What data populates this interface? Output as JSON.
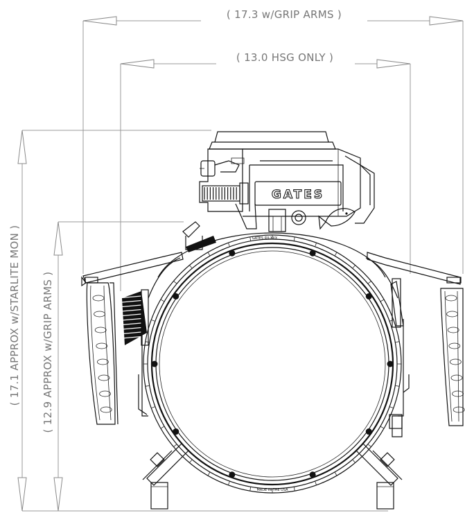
{
  "dimensions": {
    "width_grip_arms": "( 17.3 w/GRIP ARMS )",
    "width_housing_only": "( 13.0 HSG ONLY )",
    "height_starlite_mon": "( 17.1 APPROX w/STARLITE MON )",
    "height_grip_arms": "( 12.9 APPROX w/GRIP ARMS )"
  },
  "housing": {
    "brand": "GATES",
    "top_ring_marking": "GATES RX-XXX",
    "bottom_ring_marking": "MADE IN THE USA"
  },
  "colors": {
    "dimension_line": "#999999",
    "dimension_text": "#777777",
    "ink": "#111111",
    "background": "#ffffff"
  }
}
